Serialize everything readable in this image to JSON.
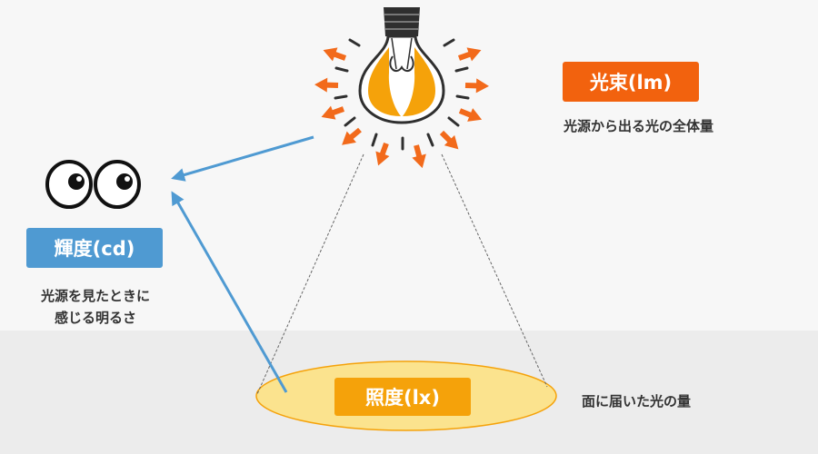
{
  "lumen": {
    "label": "光束(lm)",
    "description": "光源から出る光の全体量"
  },
  "candela": {
    "label": "輝度(cd)",
    "description_line1": "光源を見たときに",
    "description_line2": "感じる明るさ"
  },
  "lux": {
    "label": "照度(lx)",
    "description": "面に届いた光の量"
  },
  "colors": {
    "lumen": "#f2620e",
    "candela": "#4f9ad2",
    "lux": "#f5a20a",
    "floor": "#ececec",
    "wall": "#f7f7f7",
    "illuminated_area": "#fbe38e",
    "ray_arrows": "#f26a1b",
    "sight_arrows": "#4f9ad2"
  },
  "icons": [
    "light-bulb-icon",
    "eyes-icon"
  ]
}
